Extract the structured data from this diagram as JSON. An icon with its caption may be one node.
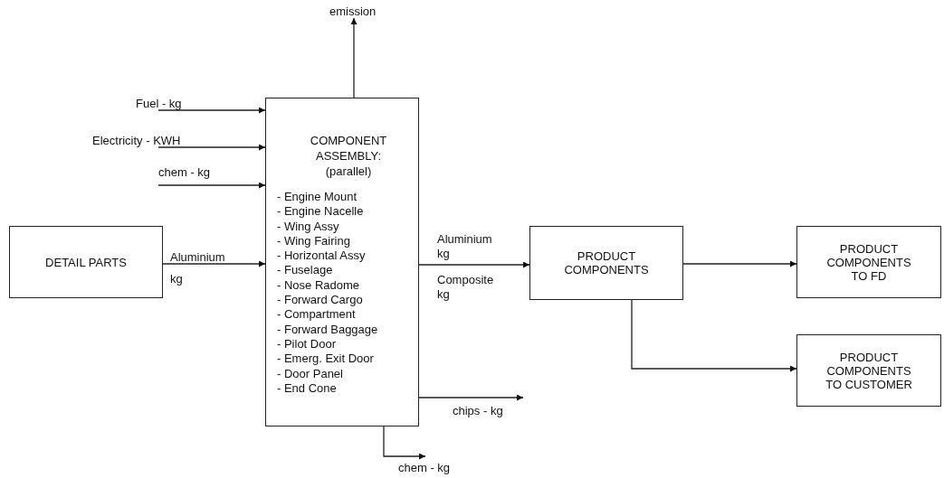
{
  "diagram": {
    "nodes": [
      {
        "text": [
          "DETAIL PARTS"
        ]
      },
      {
        "text": [
          "COMPONENT ASSEMBLY: (parallel)",
          "- Engine Mount",
          "- Engine Nacelle",
          "- Wing Assy",
          "- Wing Fairing",
          "- Horizontal Assy",
          "- Fuselage",
          "- Nose Radome",
          "- Forward Cargo",
          "- Compartment",
          "- Forward Baggage",
          "- Pilot Door",
          "- Emerg. Exit Door",
          "- Door Panel",
          "- End Cone"
        ]
      },
      {
        "text": [
          "PRODUCT COMPONENTS"
        ]
      },
      {
        "text": [
          "PRODUCT COMPONENTS TO FD"
        ]
      },
      {
        "text": [
          "PRODUCT COMPONENTS TO CUSTOMER"
        ]
      }
    ],
    "edges": [
      {
        "from": null,
        "to": 1,
        "arrow": "to",
        "label": "Fuel - kg"
      },
      {
        "from": null,
        "to": 1,
        "arrow": "to",
        "label": "Electricity - KWH"
      },
      {
        "from": null,
        "to": 1,
        "arrow": "to",
        "label": "chem - kg"
      },
      {
        "from": 1,
        "to": null,
        "arrow": "to",
        "label": "emission"
      },
      {
        "from": 0,
        "to": 1,
        "arrow": "to",
        "label": "Aluminium kg"
      },
      {
        "from": 1,
        "to": 2,
        "arrow": "to",
        "label": "Aluminium kg"
      },
      {
        "from": 1,
        "to": null,
        "arrow": "to",
        "label": "chips - kg"
      },
      {
        "from": 1,
        "to": null,
        "arrow": "to",
        "label": "chem - kg"
      },
      {
        "from": 2,
        "to": 3,
        "arrow": "to"
      },
      {
        "from": 2,
        "to": 4,
        "arrow": "to"
      }
    ],
    "labels": [
      "Composite kg"
    ]
  }
}
